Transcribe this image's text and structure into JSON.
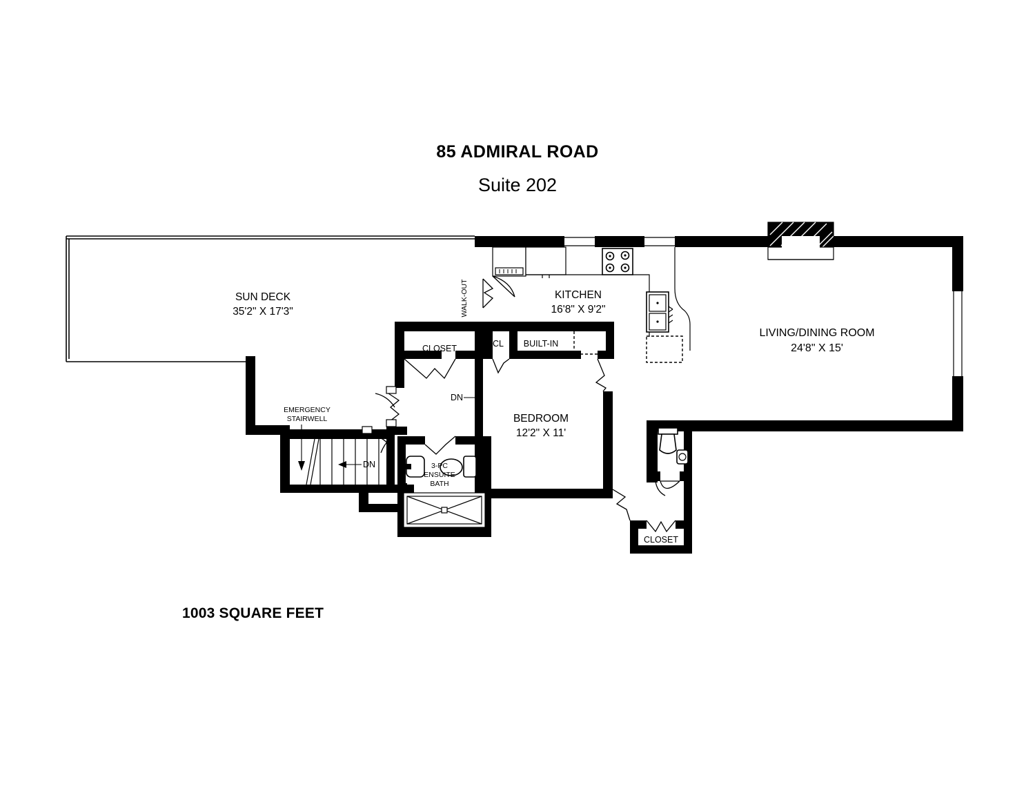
{
  "document": {
    "title": "85 ADMIRAL ROAD",
    "subtitle": "Suite 202",
    "footer": "1003 SQUARE FEET",
    "type": "floor-plan"
  },
  "rooms": [
    {
      "id": "sun-deck",
      "name": "SUN DECK",
      "dimensions": "35'2\" X 17'3\""
    },
    {
      "id": "kitchen",
      "name": "KITCHEN",
      "dimensions": "16'8\" X 9'2\""
    },
    {
      "id": "living-dining",
      "name": "LIVING/DINING ROOM",
      "dimensions": "24'8\" X 15'"
    },
    {
      "id": "bedroom",
      "name": "BEDROOM",
      "dimensions": "12'2\" X 11'"
    }
  ],
  "labels": {
    "closet_main": "CLOSET",
    "closet_small": "CL",
    "built_in": "BUILT-IN",
    "closet_secondary": "CLOSET",
    "walk_out": "WALK-OUT",
    "emergency_stairwell_line1": "EMERGENCY",
    "emergency_stairwell_line2": "STAIRWELL",
    "bath_line1": "3-PC",
    "bath_line2": "ENSUITE",
    "bath_line3": "BATH",
    "dn_bedroom": "DN",
    "dn_stairs": "DN"
  },
  "colors": {
    "wall": "#000000",
    "background": "#ffffff",
    "text": "#000000"
  }
}
